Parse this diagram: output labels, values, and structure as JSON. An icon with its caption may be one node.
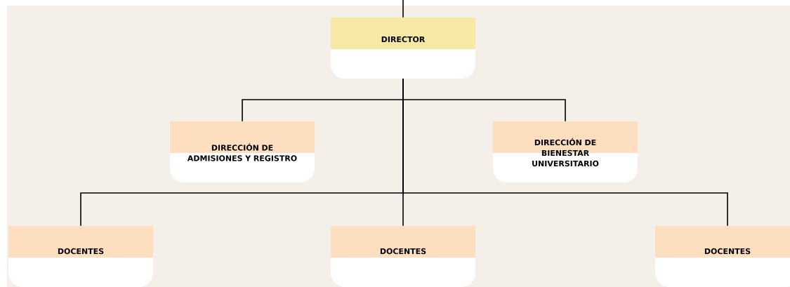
{
  "diagram": {
    "nodes": [
      {
        "text": [
          "DIRECTOR"
        ]
      },
      {
        "text": [
          "DIRECCIÓN DE ADMISIONES Y REGISTRO"
        ]
      },
      {
        "text": [
          "DIRECCIÓN DE BIENESTAR UNIVERSITARIO"
        ]
      },
      {
        "text": [
          "DOCENTES"
        ]
      },
      {
        "text": [
          "DOCENTES"
        ]
      },
      {
        "text": [
          "DOCENTES"
        ]
      }
    ],
    "edges": [
      {
        "from": null,
        "to": 0,
        "arrow": "none"
      },
      {
        "from": 0,
        "to": 1,
        "arrow": "none"
      },
      {
        "from": 0,
        "to": 2,
        "arrow": "none"
      },
      {
        "from": 0,
        "to": 3,
        "arrow": "none"
      },
      {
        "from": 0,
        "to": 4,
        "arrow": "none"
      },
      {
        "from": 0,
        "to": 5,
        "arrow": "none"
      }
    ]
  }
}
